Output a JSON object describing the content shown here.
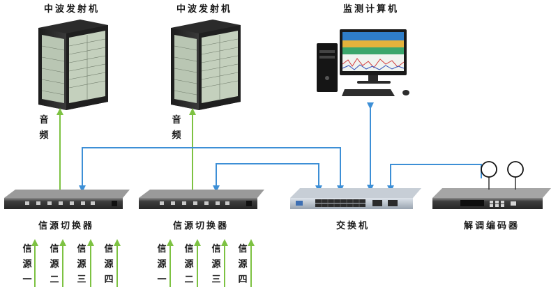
{
  "labels": {
    "transmitter_1": "中波发射机",
    "transmitter_2": "中波发射机",
    "monitor_computer": "监测计算机",
    "audio_1": [
      "音",
      "频"
    ],
    "audio_2": [
      "音",
      "频"
    ],
    "switcher_1": "信源切换器",
    "switcher_2": "信源切换器",
    "network_switch": "交换机",
    "decoder": "解调编码器"
  },
  "sources_group_1": [
    [
      "信",
      "源",
      "一"
    ],
    [
      "信",
      "源",
      "二"
    ],
    [
      "信",
      "源",
      "三"
    ],
    [
      "信",
      "源",
      "四"
    ]
  ],
  "sources_group_2": [
    [
      "信",
      "源",
      "一"
    ],
    [
      "信",
      "源",
      "二"
    ],
    [
      "信",
      "源",
      "三"
    ],
    [
      "信",
      "源",
      "四"
    ]
  ],
  "colors": {
    "audio_arrow": "#7dc242",
    "network_arrow": "#3d8fd6",
    "rack": "#2a2a2a",
    "rack_panel": "#b9c6b3",
    "device_body": "#3a3a3a"
  }
}
